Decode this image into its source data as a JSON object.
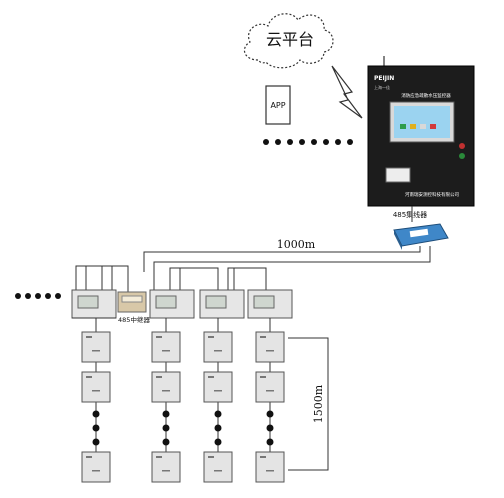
{
  "cloud": {
    "label": "云平台"
  },
  "app": {
    "label": "APP"
  },
  "cabinet": {
    "logo": "PEIJIN",
    "logo_sub": "上海一佳",
    "title": "消防应急疏散水压监控器",
    "company": "河南瑞安测控科技有限公司"
  },
  "collector": {
    "label": "485集线器"
  },
  "repeater": {
    "label": "485中继器"
  },
  "distance_horizontal": {
    "label": "1000m"
  },
  "distance_vertical": {
    "label": "1500m"
  },
  "colors": {
    "line": "#333333",
    "cabinet": "#1c1c1c",
    "screen": "#9bd3f0",
    "module": "#e6e6e6",
    "collector": "#3f87c8",
    "dot": "#111111"
  }
}
